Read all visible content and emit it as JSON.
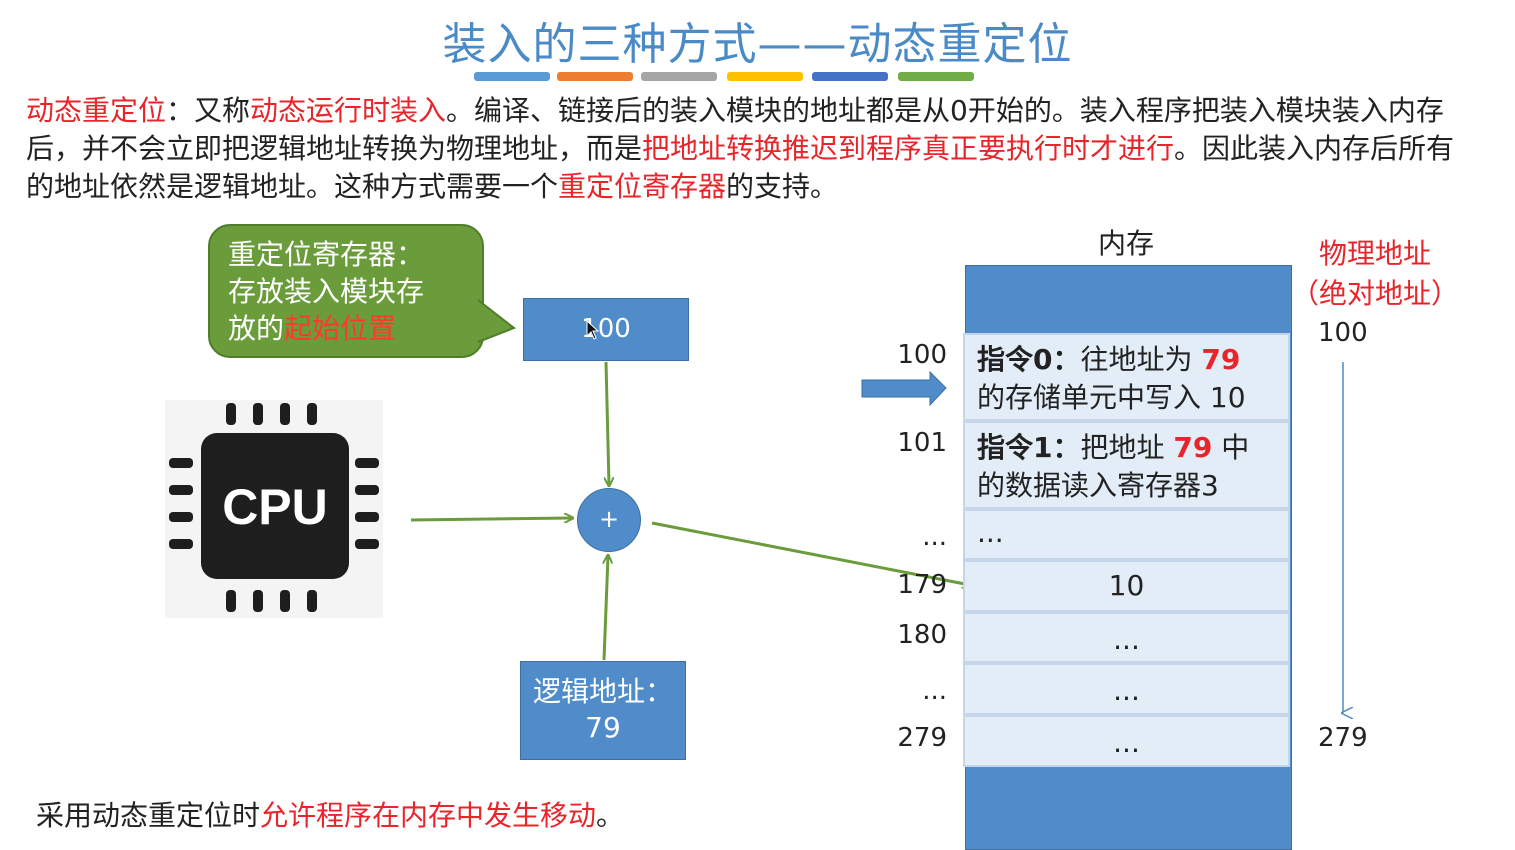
{
  "title": "装入的三种方式——动态重定位",
  "title_bar_colors": [
    "#5b9bd5",
    "#ed7d31",
    "#a5a5a5",
    "#ffc000",
    "#4472c4",
    "#70ad47"
  ],
  "intro": {
    "t1": "动态重定位",
    "t2": "：又称",
    "t3": "动态运行时装入",
    "t4": "。编译、链接后的装入模块的地址都是从0开始的。装入程序把装入模块装入内存后，并不会立即把逻辑地址转换为物理地址，而是",
    "t5": "把地址转换推迟到程序真正要执行时才进行",
    "t6": "。因此装入内存后所有的地址依然是逻辑地址。这种方式需要一个",
    "t7": "重定位寄存器",
    "t8": "的支持。"
  },
  "bubble": {
    "line1": "重定位寄存器：",
    "line2": "存放装入模块存",
    "line3a": "放的",
    "line3b": "起始位置"
  },
  "register_value": "100",
  "adder_symbol": "+",
  "cpu_label": "CPU",
  "logical_box": {
    "line1": "逻辑地址：",
    "line2": "79"
  },
  "memory": {
    "label": "内存",
    "cells": [
      {
        "addr": "100",
        "prefix": "指令0：",
        "text1": "往地址为",
        "red": "79",
        "line2": "的存储单元中写入 10"
      },
      {
        "addr": "101",
        "prefix": "指令1：",
        "text1": "把地址",
        "red": "79",
        "text1b": "中",
        "line2": "的数据读入寄存器3"
      },
      {
        "addr": "...",
        "content": "..."
      },
      {
        "addr": "179",
        "content": "10"
      },
      {
        "addr": "180",
        "content": "..."
      },
      {
        "addr": "...",
        "content": "..."
      },
      {
        "addr": "279",
        "content": "..."
      }
    ]
  },
  "physical": {
    "line1": "物理地址",
    "line2": "（绝对地址）",
    "start": "100",
    "end": "279"
  },
  "bottom": {
    "t1": "采用动态重定位时",
    "t2": "允许程序在内存中发生移动",
    "t3": "。"
  }
}
